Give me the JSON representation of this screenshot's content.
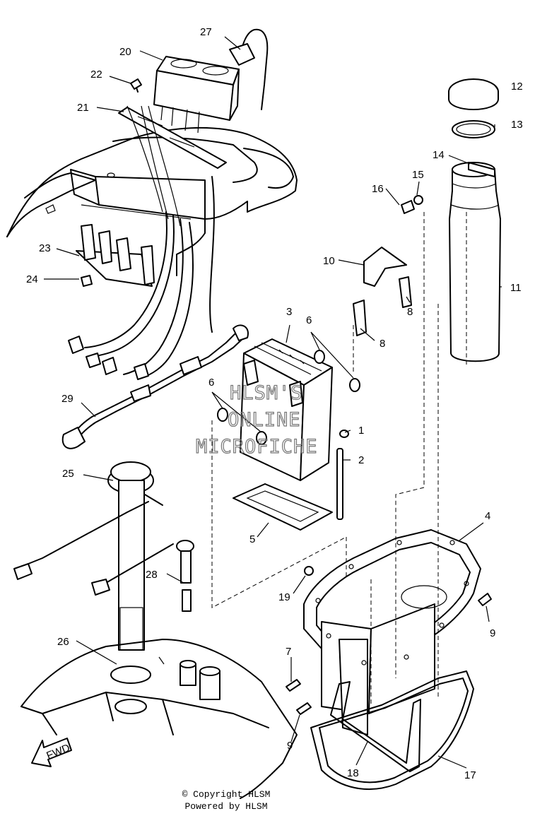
{
  "callouts": [
    "1",
    "2",
    "3",
    "4",
    "5",
    "6",
    "6",
    "7",
    "8",
    "8",
    "9",
    "9",
    "10",
    "11",
    "12",
    "13",
    "14",
    "15",
    "16",
    "17",
    "18",
    "19",
    "20",
    "21",
    "22",
    "23",
    "24",
    "25",
    "26",
    "27",
    "28",
    "29"
  ],
  "watermark": {
    "line1": "HLSM'S",
    "line2": "ONLINE",
    "line3": "MICROFICHE"
  },
  "fwd_arrow": "FWD",
  "copyright": "© Copyright HLSM",
  "powered_by": "Powered by HLSM"
}
